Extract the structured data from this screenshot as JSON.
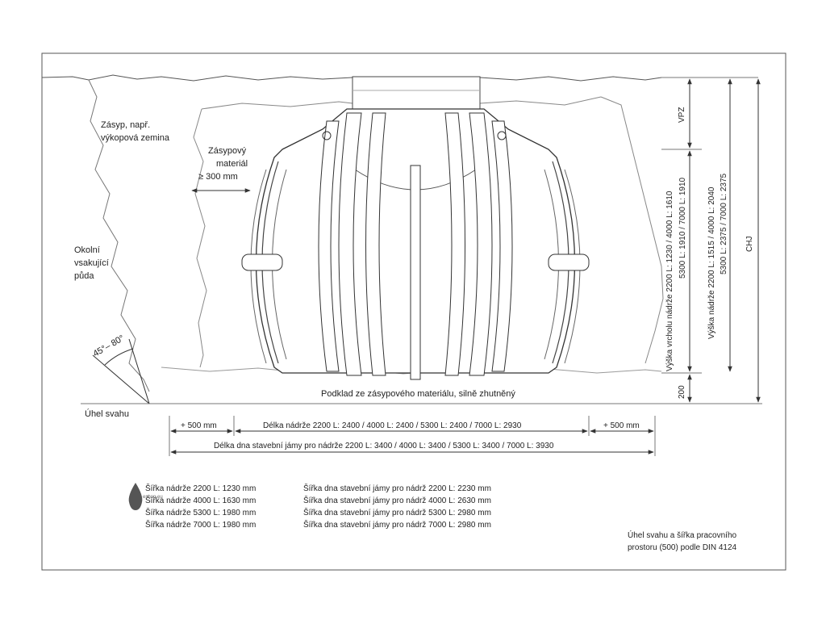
{
  "labels": {
    "backfill_soil_1": "Zásyp, např.",
    "backfill_soil_2": "výkopová zemina",
    "backfill_material_1": "Zásypový",
    "backfill_material_2": "materiál",
    "backfill_material_3": "≥ 300 mm",
    "surrounding_soil_1": "Okolní",
    "surrounding_soil_2": "vsakující",
    "surrounding_soil_3": "půda",
    "slope_angle": "45°– 80°",
    "slope_label": "Úhel svahu",
    "base_layer": "Podklad ze zásypového materiálu, silně zhutněný",
    "vpz": "VPZ",
    "top_height_1": "Výška vrcholu nádrže 2200 L: 1230 / 4000 L: 1610",
    "top_height_2": "5300 L: 1910 / 7000 L: 1910",
    "tank_height_1": "Výška nádrže 2200 L: 1515 / 4000 L: 2040",
    "tank_height_2": "5300 L: 2375 / 7000 L: 2375",
    "chj": "CHJ",
    "base_thickness": "200",
    "margin_left": "+ 500 mm",
    "margin_right": "+ 500 mm",
    "tank_length": "Délka nádrže 2200 L: 2400 / 4000 L: 2400 / 5300 L: 2400 / 7000 L: 2930",
    "pit_length": "Délka dna stavební jámy pro nádrže 2200 L: 3400 / 4000 L: 3400 / 5300 L: 3400 / 7000 L: 3930",
    "din_note_1": "Úhel svahu a šířka pracovního",
    "din_note_2": "prostoru (500) podle DIN 4124",
    "watermark": "eshop.eu"
  },
  "tank_widths": [
    "Šířka nádrže 2200 L: 1230 mm",
    "Šířka nádrže 4000 L: 1630 mm",
    "Šířka nádrže 5300 L: 1980 mm",
    "Šířka nádrže 7000 L: 1980 mm"
  ],
  "pit_widths": [
    "Šířka dna stavební jámy pro nádrž 2200 L: 2230 mm",
    "Šířka dna stavební jámy pro nádrž 4000 L: 2630 mm",
    "Šířka dna stavební jámy pro nádrž 5300 L: 2980 mm",
    "Šířka dna stavební jámy pro nádrž 7000 L: 2980 mm"
  ],
  "colors": {
    "line": "#333333",
    "hatch": "#bbbbbb",
    "drop": "#555555"
  }
}
